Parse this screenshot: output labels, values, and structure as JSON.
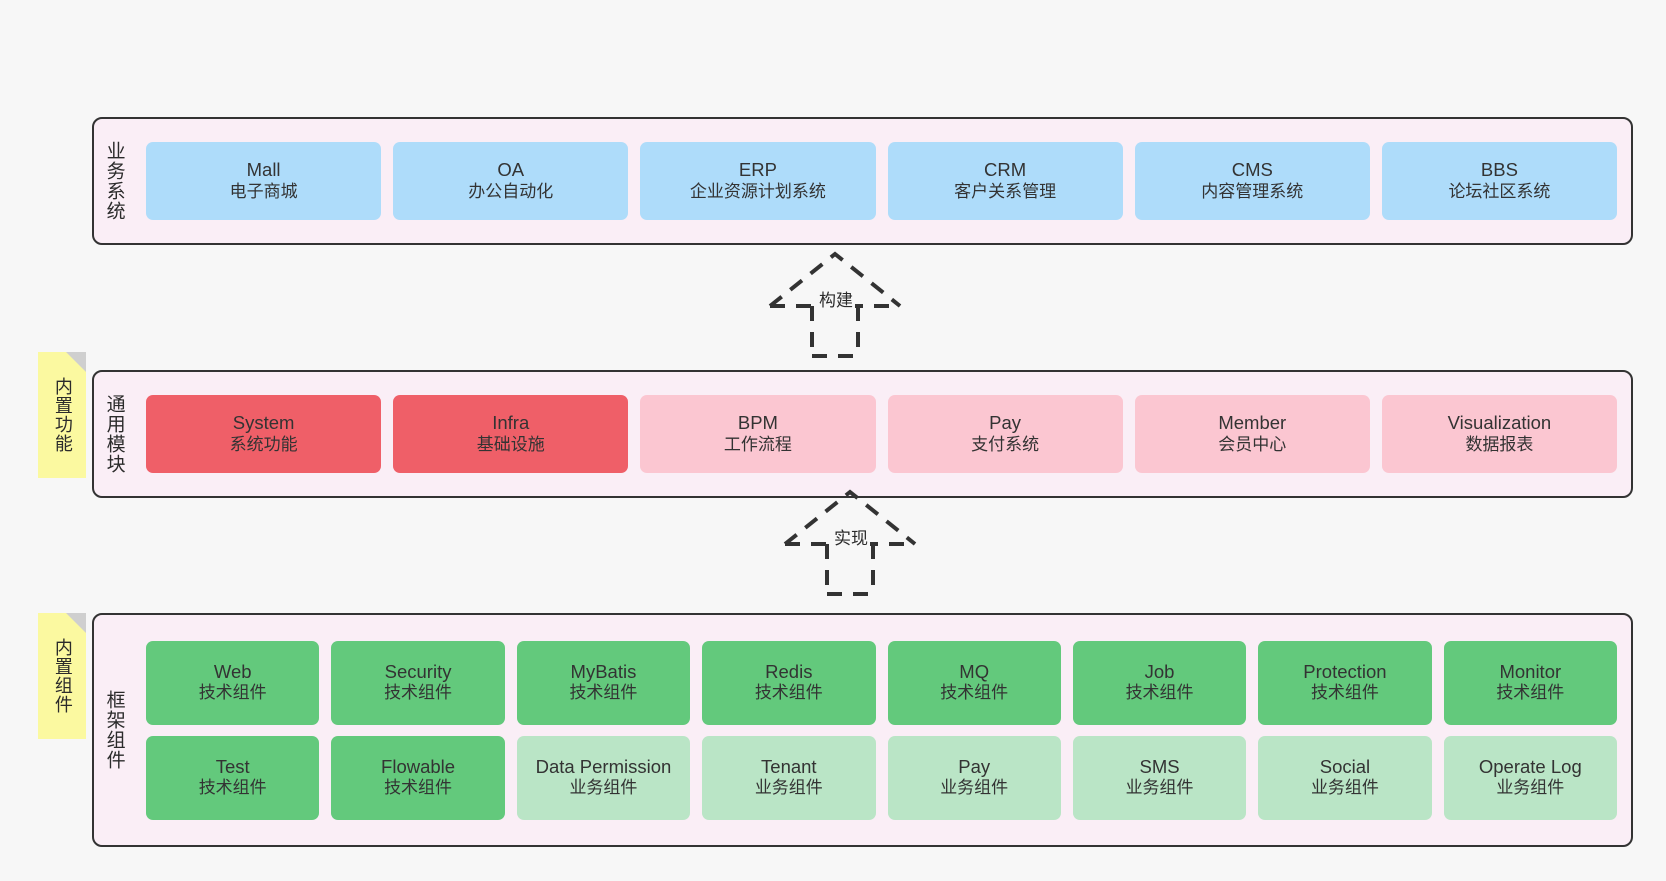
{
  "layers": {
    "business": {
      "title": "业务系统",
      "items": [
        {
          "name": "Mall",
          "desc": "电子商城",
          "color": "#aedcfa"
        },
        {
          "name": "OA",
          "desc": "办公自动化",
          "color": "#aedcfa"
        },
        {
          "name": "ERP",
          "desc": "企业资源计划系统",
          "color": "#aedcfa"
        },
        {
          "name": "CRM",
          "desc": "客户关系管理",
          "color": "#aedcfa"
        },
        {
          "name": "CMS",
          "desc": "内容管理系统",
          "color": "#aedcfa"
        },
        {
          "name": "BBS",
          "desc": "论坛社区系统",
          "color": "#aedcfa"
        }
      ]
    },
    "modules": {
      "title": "通用模块",
      "items": [
        {
          "name": "System",
          "desc": "系统功能",
          "color": "#ef5f68"
        },
        {
          "name": "Infra",
          "desc": "基础设施",
          "color": "#ef5f68"
        },
        {
          "name": "BPM",
          "desc": "工作流程",
          "color": "#fbc6d1"
        },
        {
          "name": "Pay",
          "desc": "支付系统",
          "color": "#fbc6d1"
        },
        {
          "name": "Member",
          "desc": "会员中心",
          "color": "#fbc6d1"
        },
        {
          "name": "Visualization",
          "desc": "数据报表",
          "color": "#fbc6d1"
        }
      ]
    },
    "framework": {
      "title": "框架组件",
      "row1": [
        {
          "name": "Web",
          "desc": "技术组件",
          "color": "#63c97c"
        },
        {
          "name": "Security",
          "desc": "技术组件",
          "color": "#63c97c"
        },
        {
          "name": "MyBatis",
          "desc": "技术组件",
          "color": "#63c97c"
        },
        {
          "name": "Redis",
          "desc": "技术组件",
          "color": "#63c97c"
        },
        {
          "name": "MQ",
          "desc": "技术组件",
          "color": "#63c97c"
        },
        {
          "name": "Job",
          "desc": "技术组件",
          "color": "#63c97c"
        },
        {
          "name": "Protection",
          "desc": "技术组件",
          "color": "#63c97c"
        },
        {
          "name": "Monitor",
          "desc": "技术组件",
          "color": "#63c97c"
        }
      ],
      "row2": [
        {
          "name": "Test",
          "desc": "技术组件",
          "color": "#63c97c"
        },
        {
          "name": "Flowable",
          "desc": "技术组件",
          "color": "#63c97c"
        },
        {
          "name": "Data Permission",
          "desc": "业务组件",
          "color": "#bae5c6"
        },
        {
          "name": "Tenant",
          "desc": "业务组件",
          "color": "#bae5c6"
        },
        {
          "name": "Pay",
          "desc": "业务组件",
          "color": "#bae5c6"
        },
        {
          "name": "SMS",
          "desc": "业务组件",
          "color": "#bae5c6"
        },
        {
          "name": "Social",
          "desc": "业务组件",
          "color": "#bae5c6"
        },
        {
          "name": "Operate Log",
          "desc": "业务组件",
          "color": "#bae5c6"
        }
      ]
    }
  },
  "notes": [
    {
      "id": "modules",
      "label": "内置功能"
    },
    {
      "id": "framework",
      "label": "内置组件"
    }
  ],
  "connectors": [
    {
      "id": "build",
      "label": "构建"
    },
    {
      "id": "impl",
      "label": "实现"
    }
  ],
  "colors": {
    "background": "#f7f7f7",
    "layer_fill": "#faeef6",
    "layer_border": "#333333",
    "blue": "#aedcfa",
    "red": "#ef5f68",
    "pink": "#fbc6d1",
    "green": "#63c97c",
    "light_green": "#bae5c6",
    "note_yellow": "#fbf9a0",
    "note_fold": "#cfcfcf",
    "text": "#333333"
  }
}
